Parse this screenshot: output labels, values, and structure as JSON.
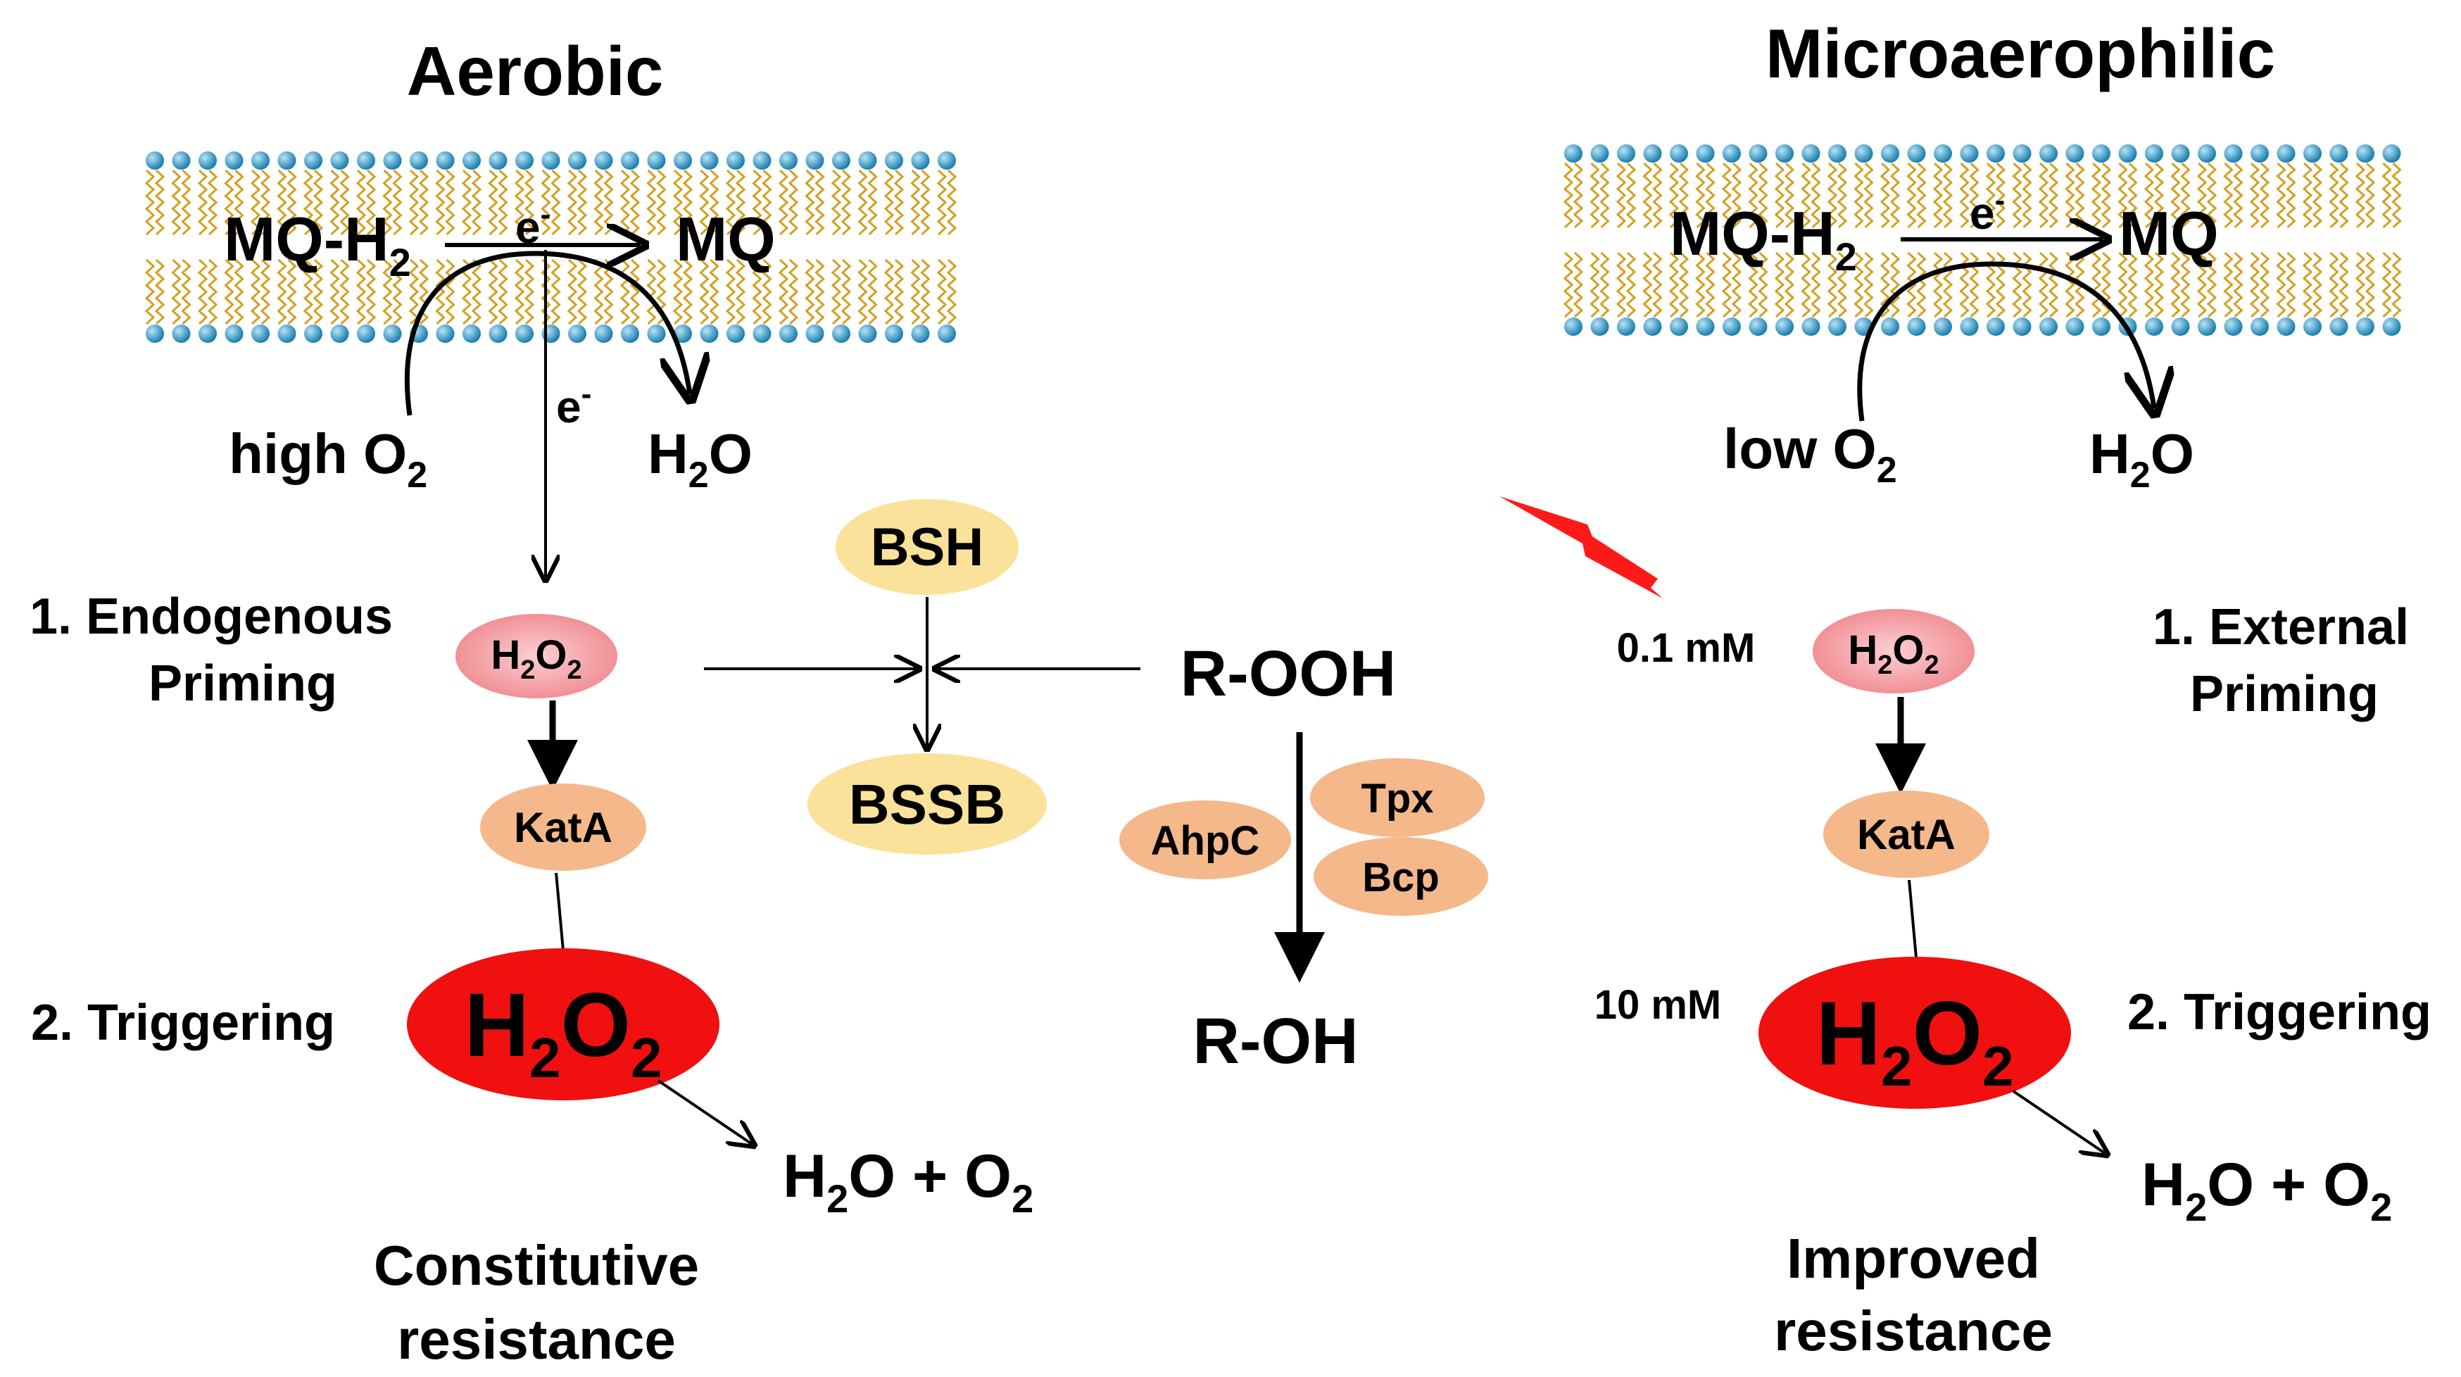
{
  "titles": {
    "left": "Aerobic",
    "right": "Microaerophilic"
  },
  "membrane": {
    "left": {
      "donor": "MQ-H",
      "donor_sub": "2",
      "acceptor": "MQ",
      "electron": "e",
      "electron_sup": "-"
    },
    "right": {
      "donor": "MQ-H",
      "donor_sub": "2",
      "acceptor": "MQ",
      "electron": "e",
      "electron_sup": "-"
    }
  },
  "left": {
    "oxygen": "high O",
    "oxygen_sub": "2",
    "water_main": "H",
    "water_sub": "2",
    "water_tail": "O",
    "electron2": "e",
    "electron2_sup": "-",
    "step1_line1": "1. Endogenous",
    "step1_line2": "Priming",
    "h2o2_small": {
      "a": "H",
      "s1": "2",
      "b": "O",
      "s2": "2"
    },
    "enzyme": "KatA",
    "step2": "2. Triggering",
    "h2o2_big": {
      "a": "H",
      "s1": "2",
      "b": "O",
      "s2": "2"
    },
    "product": {
      "a": "H",
      "s1": "2",
      "b": "O + O",
      "s2": "2"
    },
    "outcome_line1": "Constitutive",
    "outcome_line2": "resistance"
  },
  "center": {
    "bsh": "BSH",
    "bssb": "BSSB",
    "rooh": "R-OOH",
    "roh": "R-OH",
    "enzymes": [
      "AhpC",
      "Tpx",
      "Bcp"
    ]
  },
  "right": {
    "oxygen": "low O",
    "oxygen_sub": "2",
    "water_main": "H",
    "water_sub": "2",
    "water_tail": "O",
    "conc_low": "0.1 mM",
    "conc_high": "10 mM",
    "step1_line1": "1. External",
    "step1_line2": "Priming",
    "h2o2_small": {
      "a": "H",
      "s1": "2",
      "b": "O",
      "s2": "2"
    },
    "enzyme": "KatA",
    "step2": "2. Triggering",
    "h2o2_big": {
      "a": "H",
      "s1": "2",
      "b": "O",
      "s2": "2"
    },
    "product": {
      "a": "H",
      "s1": "2",
      "b": "O + O",
      "s2": "2"
    },
    "outcome_line1": "Improved",
    "outcome_line2": "resistance"
  },
  "colors": {
    "lipid_head": "#3a9ecb",
    "lipid_tail": "#d4a020",
    "enzyme_fill": "#f5b88a",
    "bsh_fill": "#fbe29a",
    "h2o2_small_fill": "#f2a3a8",
    "h2o2_big_fill": "#f01010",
    "lightning": "#ff1a1a"
  },
  "icons": {
    "stress_signal": "lightning-bolt-icon"
  }
}
